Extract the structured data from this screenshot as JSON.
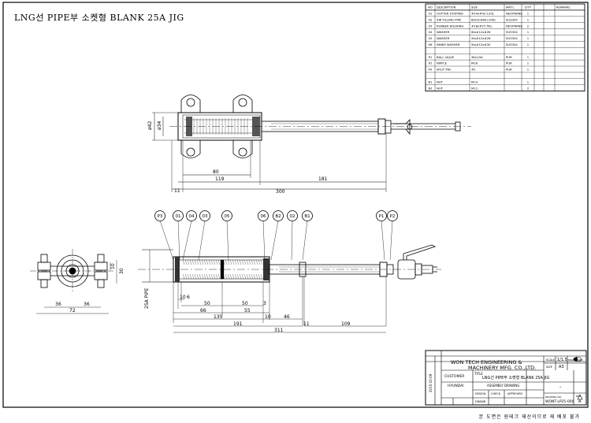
{
  "drawing_title": "LNG선 PIPE부 소켓형 BLANK 25A JIG",
  "footer_note": "본 도면은 원테크 재산이므로 재 배포 불가",
  "bom": {
    "headers": [
      "NO",
      "DESCRIPTION",
      "SIZE",
      "MAT'L",
      "Q'TY",
      "",
      "",
      "REMARKS"
    ],
    "rows": [
      [
        "01",
        "OUTTER STOPPER",
        "#34x#42-130L",
        "NEOPRANE",
        "1",
        "",
        "-",
        ""
      ],
      [
        "02",
        "AIR FILLING PIPE",
        "8A(SCH80)-300L",
        "SUS304",
        "1",
        "",
        "",
        ""
      ],
      [
        "03",
        "RUBBER BUSHING",
        "#18x#27-50L",
        "NEOPRANE",
        "2",
        "",
        "",
        ""
      ],
      [
        "04",
        "WASHER",
        "6tx#12x#26",
        "SUS304",
        "1",
        "",
        "",
        ""
      ],
      [
        "05",
        "WASHER",
        "2tx#12x#26",
        "SUS304",
        "1",
        "",
        "",
        ""
      ],
      [
        "06",
        "INNER WASHER",
        "5tx#12x#30",
        "SUS304",
        "1",
        "",
        "",
        ""
      ],
      [
        "",
        "",
        "",
        "",
        "",
        "",
        "",
        ""
      ],
      [
        "P1",
        "BALL VALVE",
        "3Kx10A",
        "PUR",
        "1",
        "",
        "",
        ""
      ],
      [
        "P2",
        "NIPPLE",
        "M16",
        "PUR",
        "1",
        "",
        "",
        ""
      ],
      [
        "P3",
        "SPLIT PIN",
        "#2",
        "PUR",
        "1",
        "",
        "",
        ""
      ],
      [
        "",
        "",
        "",
        "",
        "",
        "",
        "",
        ""
      ],
      [
        "B1",
        "NUT",
        "M14",
        "",
        "1",
        "",
        "",
        ""
      ],
      [
        "B2",
        "NUT",
        "M12",
        "",
        "2",
        "",
        "",
        ""
      ]
    ]
  },
  "balloons": [
    "P3",
    "01",
    "04",
    "03",
    "05",
    "06",
    "B2",
    "02",
    "B1",
    "P1",
    "P2"
  ],
  "dims": {
    "top_view": {
      "dia1": "ø42",
      "dia2": "ø34",
      "d80": "80",
      "d119": "119",
      "d181": "181",
      "d11": "11",
      "d300": "300"
    },
    "side_view": {
      "d10": "10",
      "d30": "30",
      "d36a": "36",
      "d36b": "36",
      "d72": "72"
    },
    "main_view": {
      "pipe": "25A PIPE",
      "d10": "10",
      "d6": "6",
      "d50a": "50",
      "d50b": "50",
      "d3": "3",
      "d66": "66",
      "d55": "55",
      "d10b": "10",
      "d46": "46",
      "d135": "135",
      "d191": "191",
      "d11": "11",
      "d109": "109",
      "d311": "311"
    }
  },
  "title_block": {
    "company1": "WON TECH ENGINEERING &",
    "company2": "MACHINERY MFG. CO.,LTD.",
    "customer_label": "CUSTOMER",
    "customer": "HYUNDAI",
    "title_label": "TITLE",
    "title": "LNG선 PIPE부 소켓형 BLANK 25A JIG",
    "sub_title": "ASSEMBLY DRAWING",
    "scale_label": "SCALE",
    "scale": "1/1.5",
    "size_label": "SIZE",
    "size": "A3",
    "projection_label": "PROJECTION",
    "drawing_no_label": "DRAWING NO.",
    "drawing_no": "WONT-LP25-000",
    "rev_label": "REV.",
    "rev": "A",
    "date_vertical": "2015-10-09",
    "design_label": "DESIGN",
    "check_label": "CHECK",
    "approve_label": "APPROVED",
    "drawn_label": "DRAWN",
    "dash": "-"
  }
}
